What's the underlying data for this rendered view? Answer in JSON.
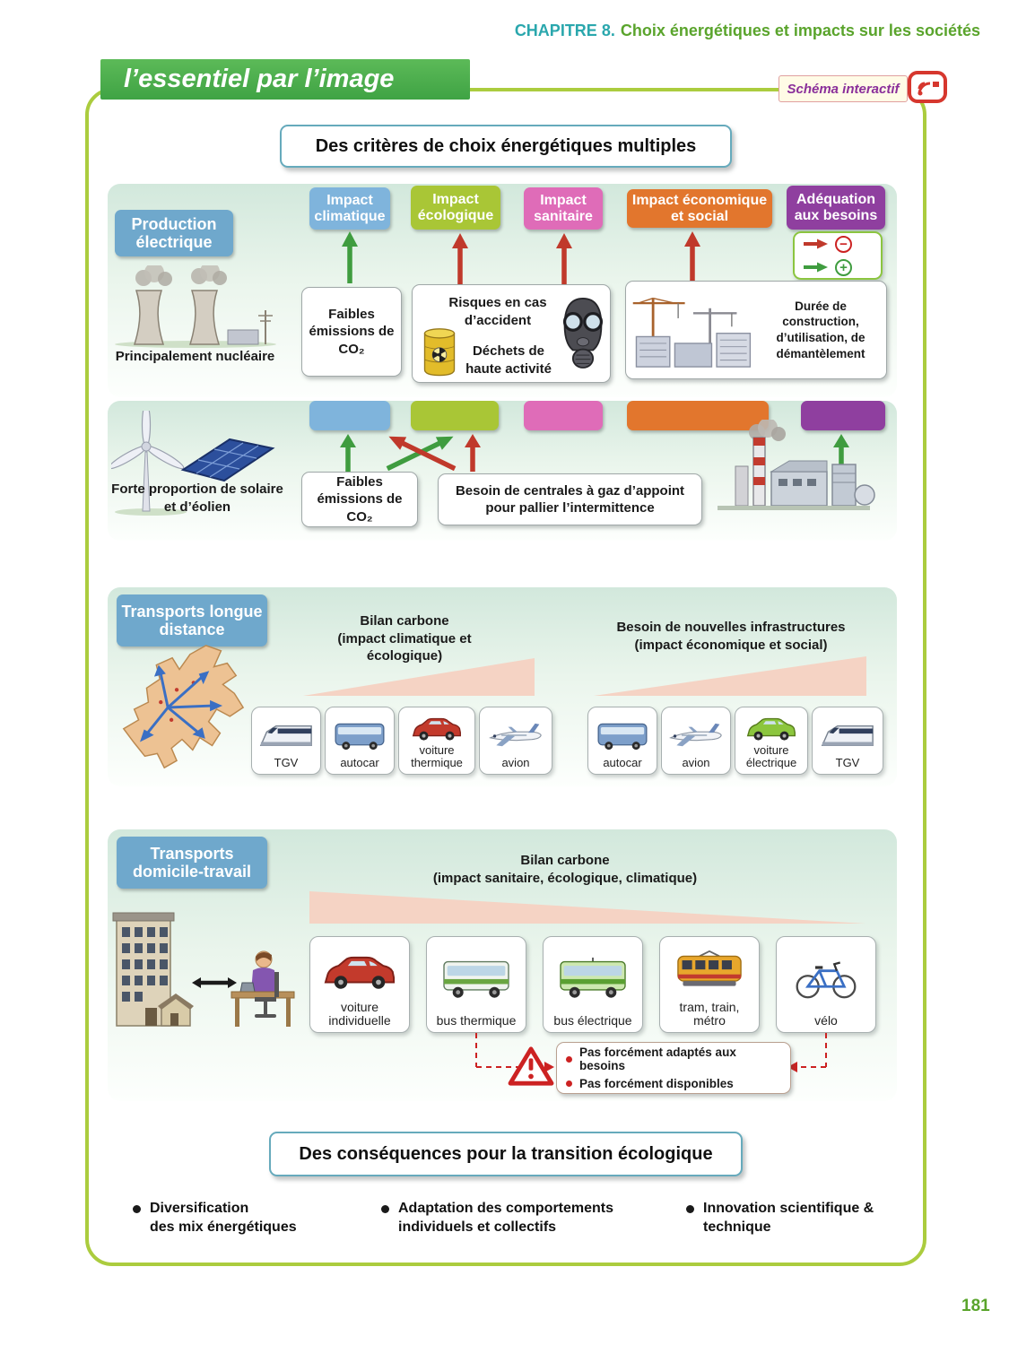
{
  "page": {
    "chapter_prefix": "CHAPITRE 8.",
    "chapter_title": "Choix énergétiques et impacts sur les sociétés",
    "banner": "l’essentiel par l’image",
    "interactive_label": "Schéma interactif",
    "page_number": "181"
  },
  "colors": {
    "frame_green": "#abcc3e",
    "climatic_blue": "#7fb4dc",
    "ecologic_green": "#a9c636",
    "sanitary_pink": "#df6cb8",
    "economic_orange": "#e2762d",
    "needs_purple": "#8f3f9f",
    "section_blue": "#6fa8cc",
    "arrow_green": "#3f9c3f",
    "arrow_red": "#c0392b",
    "triangle_pink": "#f5d3c4"
  },
  "main_title": "Des critères de choix énergétiques multiples",
  "criteria_headers": [
    {
      "label": "Impact climatique"
    },
    {
      "label": "Impact écologique"
    },
    {
      "label": "Impact sanitaire"
    },
    {
      "label": "Impact économique et social"
    },
    {
      "label": "Adéquation aux besoins"
    }
  ],
  "legend": {
    "negative_symbol": "−",
    "positive_symbol": "+"
  },
  "production": {
    "label": "Production électrique",
    "nuclear_caption": "Principalement nucléaire",
    "nuclear_co2": "Faibles émissions de CO₂",
    "nuclear_risk1": "Risques en cas d’accident",
    "nuclear_risk2": "Déchets de haute activité",
    "nuclear_duration": "Durée de construction, d’utilisation, de démantèlement",
    "renewable_caption": "Forte proportion de solaire et d’éolien",
    "renewable_co2": "Faibles émissions de CO₂",
    "renewable_gas": "Besoin de centrales à gaz d’appoint pour pallier l’intermittence"
  },
  "long_distance": {
    "label": "Transports longue distance",
    "left_caption_title": "Bilan carbone",
    "left_caption_sub": "(impact climatique et écologique)",
    "right_caption_title": "Besoin de nouvelles infrastructures",
    "right_caption_sub": "(impact économique et social)",
    "left_vehicles": [
      {
        "label": "TGV",
        "icon": "tgv-icon"
      },
      {
        "label": "autocar",
        "icon": "coach-icon"
      },
      {
        "label": "voiture thermique",
        "icon": "car-red-icon"
      },
      {
        "label": "avion",
        "icon": "plane-icon"
      }
    ],
    "right_vehicles": [
      {
        "label": "autocar",
        "icon": "coach-icon"
      },
      {
        "label": "avion",
        "icon": "plane-icon"
      },
      {
        "label": "voiture électrique",
        "icon": "car-green-icon"
      },
      {
        "label": "TGV",
        "icon": "tgv-icon"
      }
    ]
  },
  "commute": {
    "label": "Transports domicile-travail",
    "caption_title": "Bilan carbone",
    "caption_sub": "(impact sanitaire, écologique, climatique)",
    "vehicles": [
      {
        "label": "voiture individuelle",
        "icon": "car-red-icon"
      },
      {
        "label": "bus thermique",
        "icon": "bus-icon"
      },
      {
        "label": "bus électrique",
        "icon": "bus-electric-icon"
      },
      {
        "label": "tram, train, métro",
        "icon": "tram-icon"
      },
      {
        "label": "vélo",
        "icon": "bike-icon"
      }
    ],
    "warnings": [
      "Pas forcément adaptés aux besoins",
      "Pas forcément disponibles"
    ]
  },
  "conclusion": {
    "title": "Des conséquences pour la transition écologique",
    "items": [
      {
        "l1": "Diversification",
        "l2": "des mix énergétiques"
      },
      {
        "l1": "Adaptation des comportements",
        "l2": "individuels et collectifs"
      },
      {
        "l1": "Innovation scientifique &",
        "l2": "technique"
      }
    ]
  }
}
